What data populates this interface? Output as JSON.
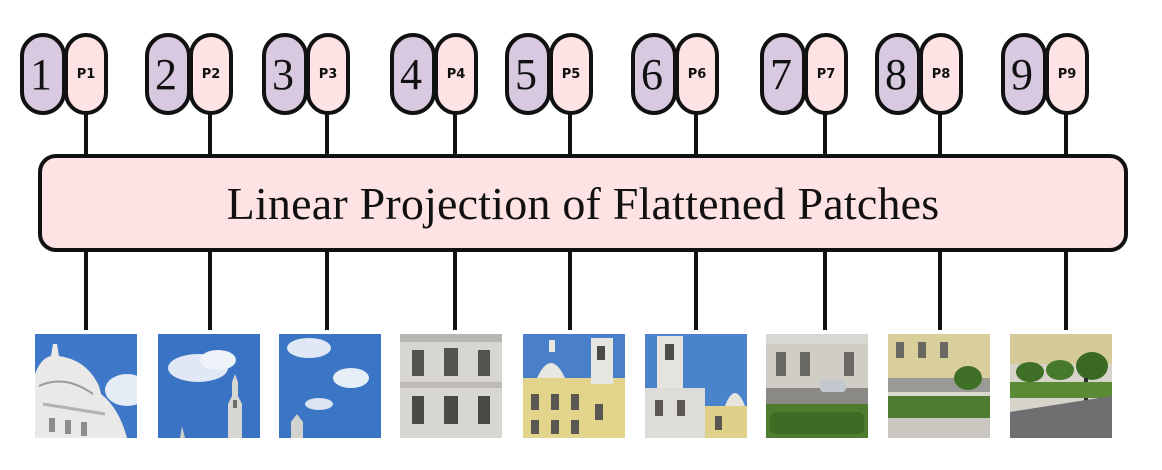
{
  "projection": {
    "label": "Linear Projection of Flattened Patches"
  },
  "tokens": [
    {
      "position": "1",
      "patch": "P1"
    },
    {
      "position": "2",
      "patch": "P2"
    },
    {
      "position": "3",
      "patch": "P3"
    },
    {
      "position": "4",
      "patch": "P4"
    },
    {
      "position": "5",
      "patch": "P5"
    },
    {
      "position": "6",
      "patch": "P6"
    },
    {
      "position": "7",
      "patch": "P7"
    },
    {
      "position": "8",
      "patch": "P8"
    },
    {
      "position": "9",
      "patch": "P9"
    }
  ],
  "colors": {
    "position_fill": "#d9c9e0",
    "patch_fill": "#fde3e3",
    "projection_fill": "#fde3e3",
    "stroke": "#111111"
  }
}
